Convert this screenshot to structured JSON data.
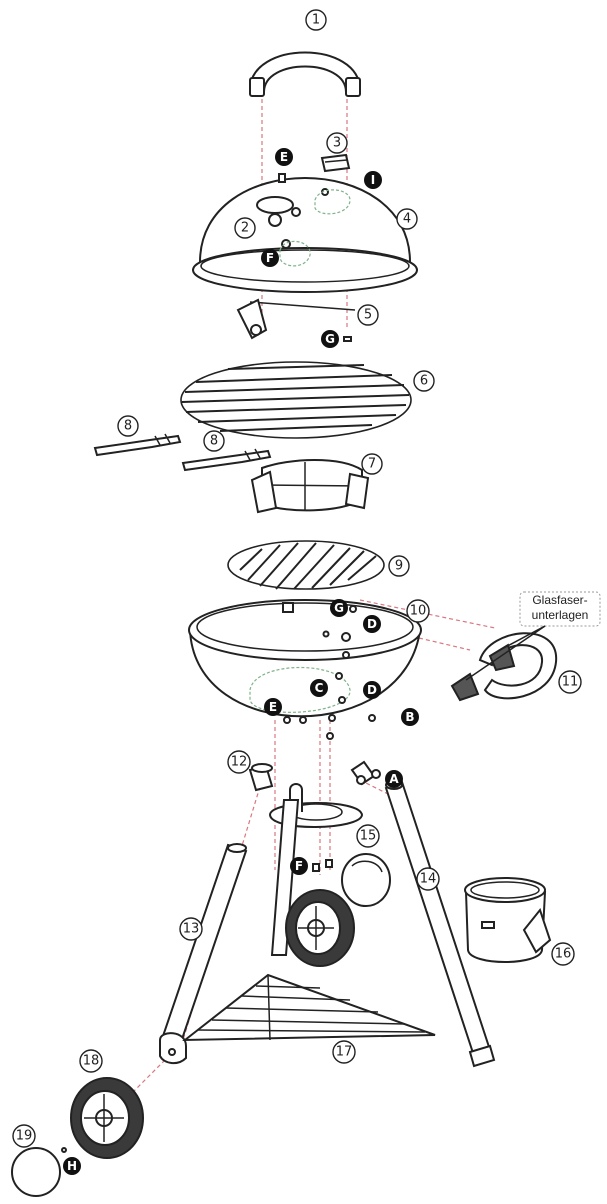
{
  "numbered_callouts": [
    "1",
    "2",
    "3",
    "4",
    "5",
    "6",
    "7",
    "8",
    "8",
    "9",
    "10",
    "11",
    "12",
    "13",
    "14",
    "15",
    "16",
    "17",
    "18",
    "19"
  ],
  "letter_callouts": [
    "E",
    "I",
    "F",
    "G",
    "G",
    "D",
    "C",
    "D",
    "E",
    "B",
    "A",
    "F",
    "H"
  ],
  "note": {
    "line1": "Glasfaser-",
    "line2": "unterlagen"
  },
  "colors": {
    "outline": "#222222",
    "dashed_guides": "#d9777f",
    "contour_marks": "#7fb38a",
    "letter_badge": "#111111"
  }
}
